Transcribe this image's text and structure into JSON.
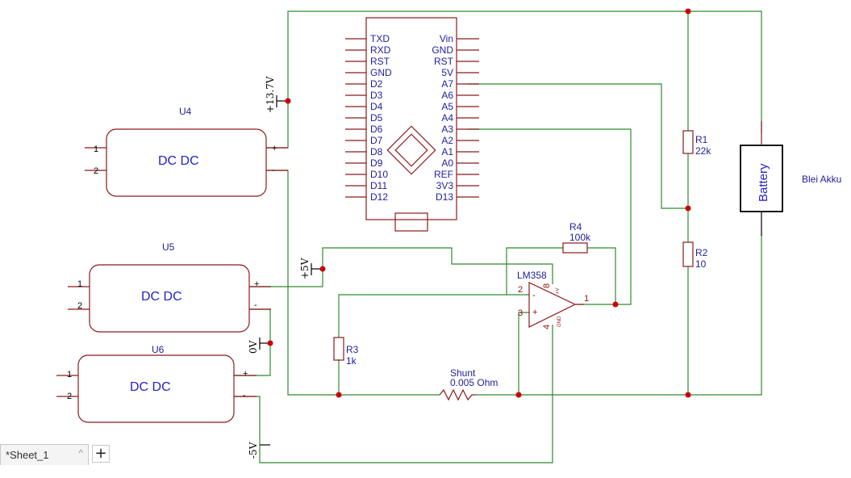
{
  "arduino": {
    "left_pins": [
      "TXD",
      "RXD",
      "RST",
      "GND",
      "D2",
      "D3",
      "D4",
      "D5",
      "D6",
      "D7",
      "D8",
      "D9",
      "D10",
      "D11",
      "D12"
    ],
    "right_pins": [
      "Vin",
      "GND",
      "RST",
      "5V",
      "A7",
      "A6",
      "A5",
      "A4",
      "A3",
      "A2",
      "A1",
      "A0",
      "REF",
      "3V3",
      "D13"
    ]
  },
  "converters": [
    {
      "ref": "U4",
      "label": "DC DC",
      "pin1": "1",
      "pin2": "2",
      "plus": "+",
      "minus": "-"
    },
    {
      "ref": "U5",
      "label": "DC DC",
      "pin1": "1",
      "pin2": "2",
      "plus": "+",
      "minus": "-"
    },
    {
      "ref": "U6",
      "label": "DC DC",
      "pin1": "1",
      "pin2": "2",
      "plus": "+",
      "minus": "-"
    }
  ],
  "nets": {
    "v137": "+13.7V",
    "v5": "+5V",
    "v0": "0V",
    "vneg5": "-5V"
  },
  "resistors": {
    "r1": {
      "ref": "R1",
      "value": "22k"
    },
    "r2": {
      "ref": "R2",
      "value": "10"
    },
    "r3": {
      "ref": "R3",
      "value": "1k"
    },
    "r4": {
      "ref": "R4",
      "value": "100k"
    },
    "shunt": {
      "ref": "Shunt",
      "value": "0.005 Ohm"
    }
  },
  "opamp": {
    "ref": "LM358",
    "pin_in_neg": "2",
    "pin_in_pos": "3",
    "pin_out": "1",
    "pin_vcc": "8",
    "pin_gnd": "4",
    "minus": "-",
    "plus": "+",
    "vcc_lbl": "+V",
    "gnd_lbl": "GND"
  },
  "battery": {
    "label": "Battery",
    "note": "Blei Akku"
  },
  "tabs": {
    "sheet": "*Sheet_1",
    "chevron": "^",
    "add": "+"
  },
  "colors": {
    "wire": "#2e8b2e",
    "body": "#8b1a1a",
    "junction": "#cc0000",
    "text": "#1e1e9e"
  }
}
